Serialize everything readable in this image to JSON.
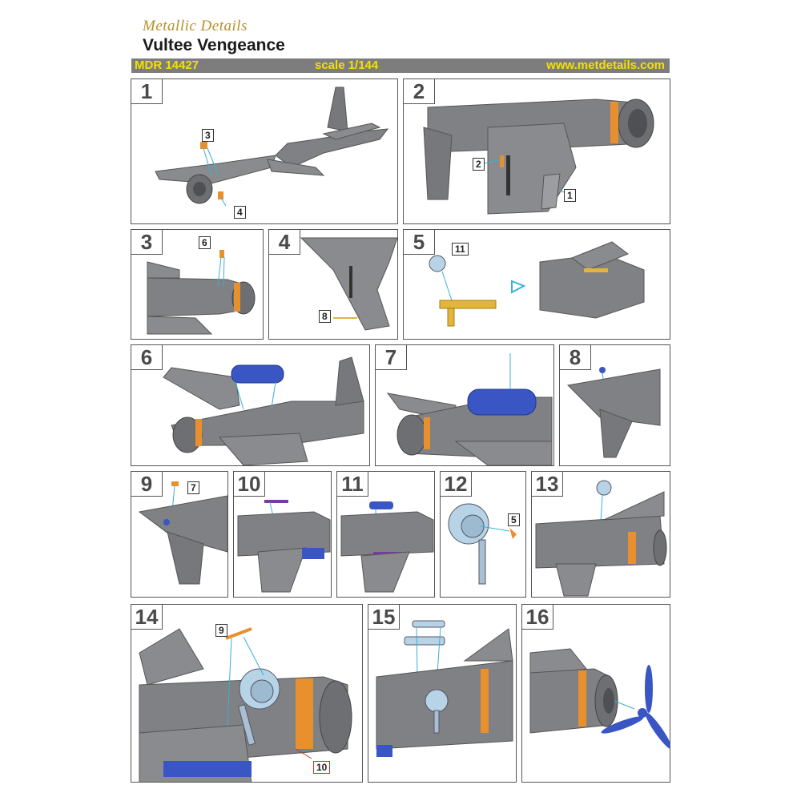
{
  "header": {
    "brand": "Metallic Details",
    "title": "Vultee Vengeance",
    "code": "MDR 14427",
    "scale": "scale 1/144",
    "website": "www.metdetails.com"
  },
  "steps": [
    {
      "number": "1",
      "parts": [
        "3",
        "4"
      ]
    },
    {
      "number": "2",
      "parts": [
        "2",
        "1"
      ]
    },
    {
      "number": "3",
      "parts": [
        "6"
      ]
    },
    {
      "number": "4",
      "parts": [
        "8"
      ]
    },
    {
      "number": "5",
      "parts": [
        "11"
      ]
    },
    {
      "number": "6",
      "parts": []
    },
    {
      "number": "7",
      "parts": []
    },
    {
      "number": "8",
      "parts": []
    },
    {
      "number": "9",
      "parts": [
        "7"
      ]
    },
    {
      "number": "10",
      "parts": []
    },
    {
      "number": "11",
      "parts": []
    },
    {
      "number": "12",
      "parts": [
        "5"
      ]
    },
    {
      "number": "13",
      "parts": []
    },
    {
      "number": "14",
      "parts": [
        "9",
        "10"
      ]
    },
    {
      "number": "15",
      "parts": []
    },
    {
      "number": "16",
      "parts": []
    }
  ],
  "colors": {
    "fuselage": "#808184",
    "photoetch": "#e8902e",
    "resin_blue": "#3a55c4",
    "light_blue": "#b7d3e6",
    "guide_line": "#3ab0d8",
    "brass": "#e3b53a",
    "purple": "#7a3aa0",
    "bar": "#7d7d7d",
    "bar_text": "#f5e000",
    "brand": "#b8902a"
  }
}
